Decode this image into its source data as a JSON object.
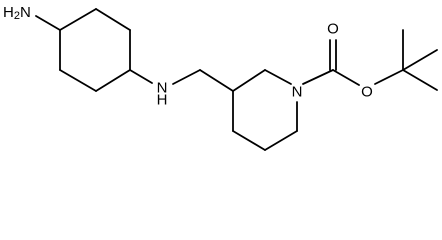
{
  "molecule": {
    "atom_labels": {
      "amine_terminal": "H2N",
      "amine_linker": "N",
      "amine_linker_h": "H",
      "piperidine_n": "N",
      "carbonyl_o": "O",
      "ester_o": "O"
    },
    "colors": {
      "bond": "#000000",
      "text": "#000000",
      "background": "#ffffff"
    }
  }
}
